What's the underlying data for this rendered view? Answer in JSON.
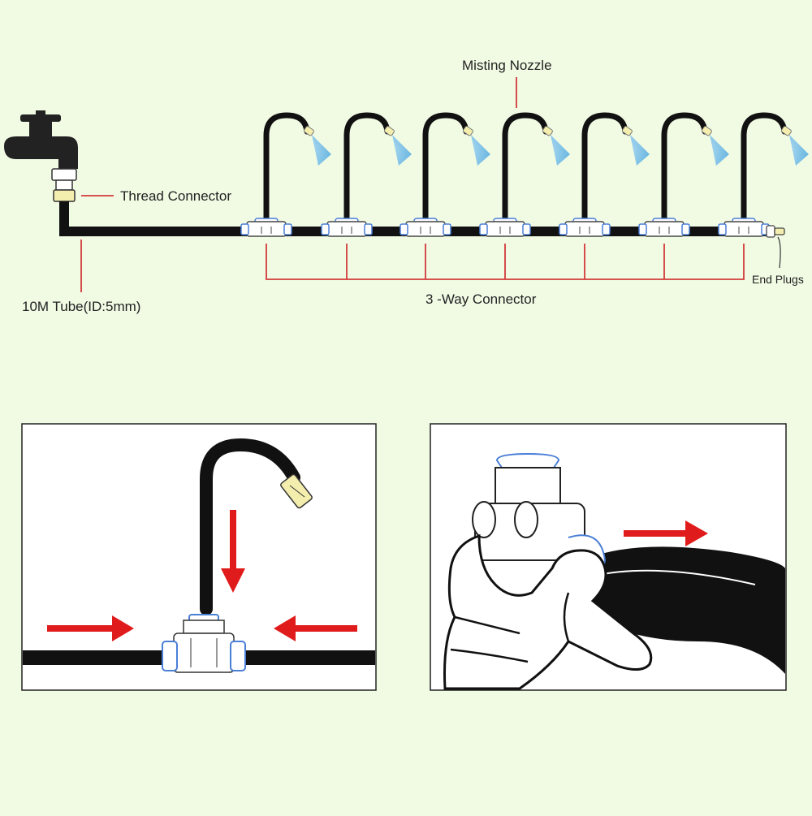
{
  "labels": {
    "misting_nozzle": "Misting Nozzle",
    "thread_connector": "Thread Connector",
    "tube": "10M Tube(ID:5mm)",
    "three_way": "3 -Way Connector",
    "end_plugs": "End Plugs"
  },
  "colors": {
    "background": "#f1fbe4",
    "tube": "#111111",
    "leader_line": "#d23a3a",
    "arrow": "#e01b1b",
    "connector_outline": "#4a7fd6",
    "mist": "#5aaee0",
    "nozzle_tip": "#f4eeae",
    "panel_fill": "#ffffff"
  },
  "icons": {
    "faucet": "faucet-icon",
    "nozzle": "misting-nozzle-icon",
    "tee": "tee-connector-icon",
    "end_plug": "end-plug-icon",
    "hand": "hand-icon",
    "arrow": "arrow-icon"
  }
}
